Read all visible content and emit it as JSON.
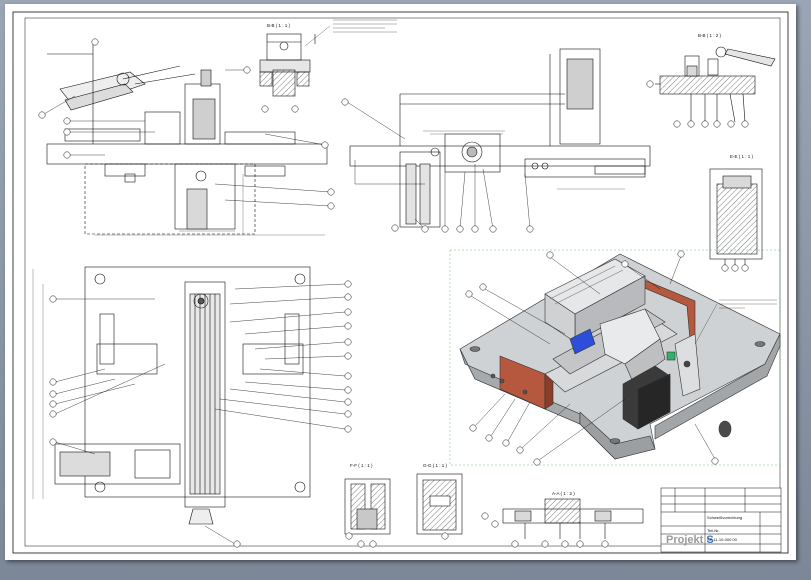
{
  "colors": {
    "background": "#8a95a6",
    "sheet": "#ffffff",
    "line": "#111111",
    "dim_line": "#555555",
    "accent_copper": "#b5583e",
    "accent_blue": "#2c4ed8",
    "accent_green": "#2fb36a",
    "part_gray": "#b9bcbf",
    "part_dark": "#3a3a3a",
    "iso_border": "#6bbf6b",
    "logo_blue": "#3a78c9"
  },
  "section_labels": {
    "s1": "B-B ( 1 : 1 )",
    "s2": "B-B ( 1 : 2 )",
    "s3": "E-E ( 1 : 1 )",
    "s4": "F-F ( 1 : 1 )",
    "s5": "G-G ( 1 : 1 )",
    "s6": "A-A ( 1 : 2 )"
  },
  "title_block": {
    "logo_text": "Projekt ",
    "logo_accent": "S",
    "title": "Schweißvorrichtung",
    "drawing_no": "SP 11-10-000 00",
    "label_short": "Teil-Nr."
  },
  "icons": [
    "balloon-callout-icon",
    "section-arrow-icon",
    "revision-star-icon"
  ]
}
